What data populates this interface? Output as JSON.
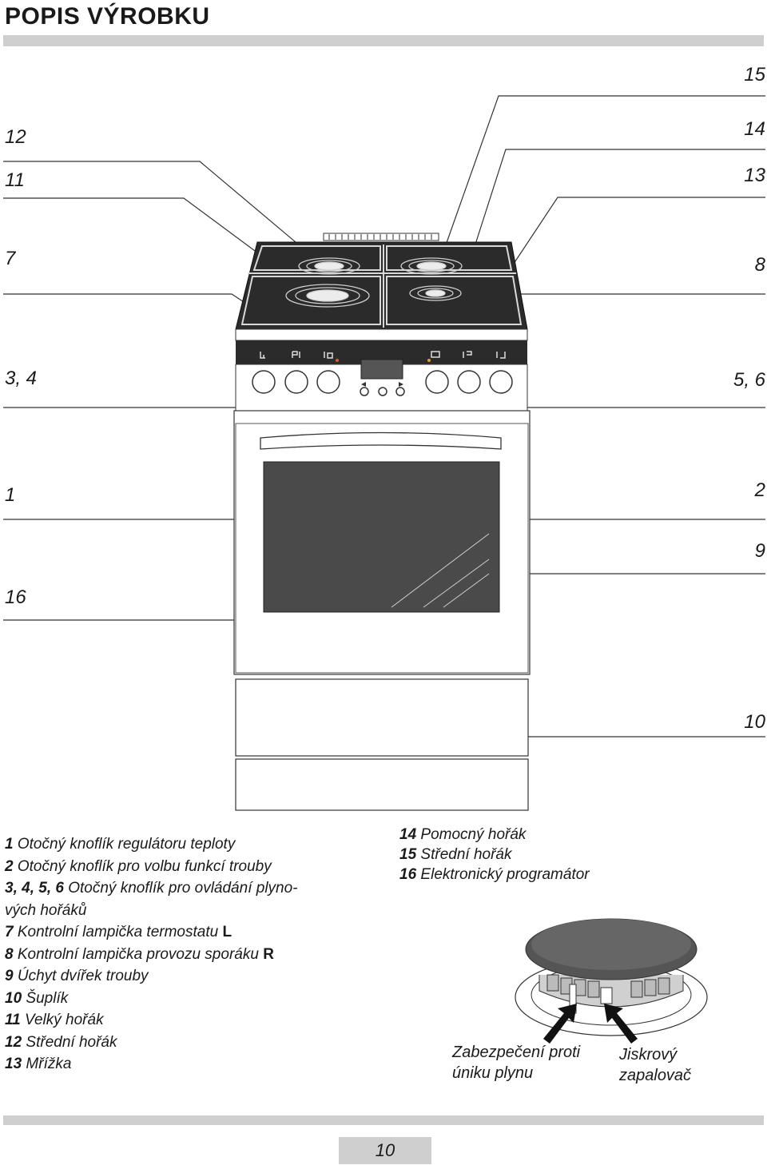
{
  "page": {
    "title": "POPIS VÝROBKU",
    "page_number": "10"
  },
  "callouts": {
    "c15": "15",
    "c12": "12",
    "c14": "14",
    "c11": "11",
    "c13": "13",
    "c7": "7",
    "c8": "8",
    "c34": "3, 4",
    "c56": "5, 6",
    "c1": "1",
    "c2": "2",
    "c9": "9",
    "c16": "16",
    "c10": "10"
  },
  "legend": {
    "items": [
      {
        "num": "1",
        "text": "Otočný knoflík regulátoru teploty"
      },
      {
        "num": "2",
        "text": "Otočný knoflík pro volbu funkcí trouby"
      },
      {
        "num": "3, 4, 5, 6",
        "text": "Otočný knoflík pro ovládání plyno-"
      },
      {
        "num": "",
        "text": "vých hořáků"
      },
      {
        "num": "7",
        "text": "Kontrolní lampička termostatu",
        "suffix": "L"
      },
      {
        "num": "8",
        "text": "Kontrolní lampička provozu sporáku",
        "suffix": "R"
      },
      {
        "num": "9",
        "text": "Úchyt dvířek trouby"
      },
      {
        "num": "10",
        "text": "Šuplík"
      },
      {
        "num": "11",
        "text": "Velký hořák"
      },
      {
        "num": "12",
        "text": "Střední hořák"
      },
      {
        "num": "13",
        "text": "Mřížka"
      }
    ],
    "items2": [
      {
        "num": "14",
        "text": "Pomocný hořák"
      },
      {
        "num": "15",
        "text": "Střední hořák"
      },
      {
        "num": "16",
        "text": "Elektronický programátor"
      }
    ]
  },
  "burner_detail": {
    "caption_left_1": "Zabezpečení proti",
    "caption_left_2": "úniku plynu",
    "caption_right_1": "Jiskrový",
    "caption_right_2": "zapalovač"
  }
}
